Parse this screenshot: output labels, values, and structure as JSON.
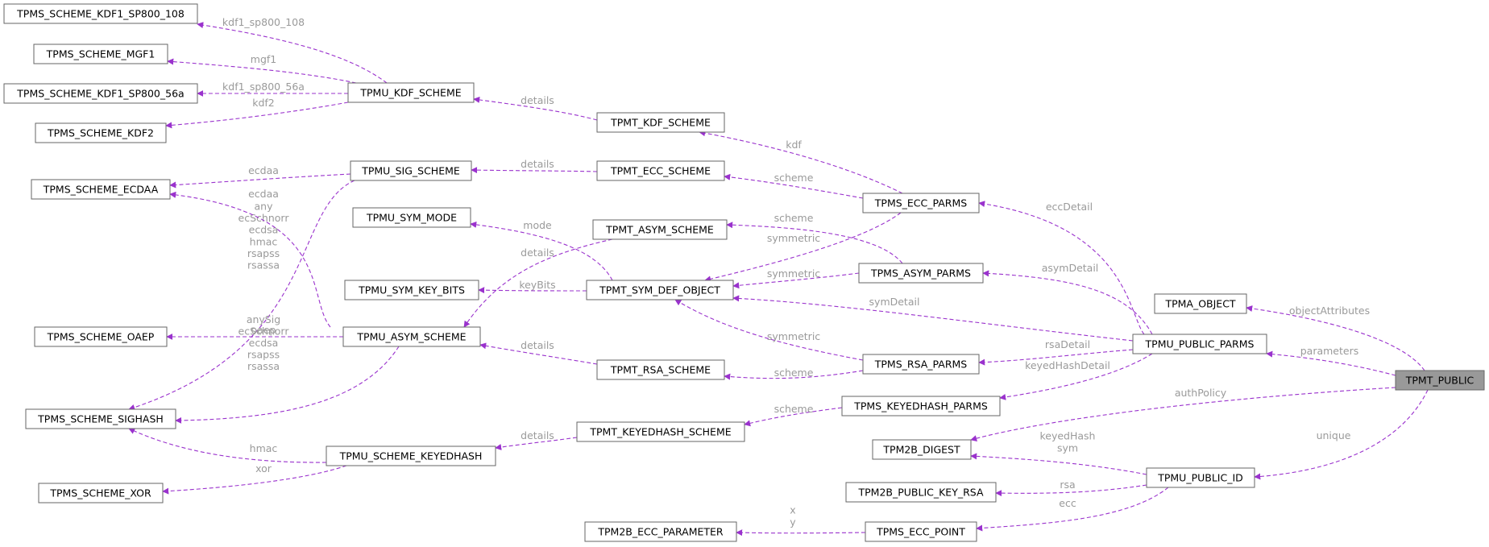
{
  "diagram": {
    "edge_color": "#9a32cd",
    "label_color": "#9a9a9a",
    "root_fill": "#999999",
    "nodes": {
      "TPMT_PUBLIC": "TPMT_PUBLIC",
      "TPMA_OBJECT": "TPMA_OBJECT",
      "TPMU_PUBLIC_PARMS": "TPMU_PUBLIC_PARMS",
      "TPM2B_DIGEST": "TPM2B_DIGEST",
      "TPMU_PUBLIC_ID": "TPMU_PUBLIC_ID",
      "TPMS_ECC_PARMS": "TPMS_ECC_PARMS",
      "TPMS_ASYM_PARMS": "TPMS_ASYM_PARMS",
      "TPMS_RSA_PARMS": "TPMS_RSA_PARMS",
      "TPMS_KEYEDHASH_PARMS": "TPMS_KEYEDHASH_PARMS",
      "TPM2B_PUBLIC_KEY_RSA": "TPM2B_PUBLIC_KEY_RSA",
      "TPMS_ECC_POINT": "TPMS_ECC_POINT",
      "TPM2B_ECC_PARAMETER": "TPM2B_ECC_PARAMETER",
      "TPMT_KDF_SCHEME": "TPMT_KDF_SCHEME",
      "TPMT_ECC_SCHEME": "TPMT_ECC_SCHEME",
      "TPMT_ASYM_SCHEME": "TPMT_ASYM_SCHEME",
      "TPMT_SYM_DEF_OBJECT": "TPMT_SYM_DEF_OBJECT",
      "TPMT_RSA_SCHEME": "TPMT_RSA_SCHEME",
      "TPMT_KEYEDHASH_SCHEME": "TPMT_KEYEDHASH_SCHEME",
      "TPMU_KDF_SCHEME": "TPMU_KDF_SCHEME",
      "TPMU_SIG_SCHEME": "TPMU_SIG_SCHEME",
      "TPMU_SYM_MODE": "TPMU_SYM_MODE",
      "TPMU_SYM_KEY_BITS": "TPMU_SYM_KEY_BITS",
      "TPMU_ASYM_SCHEME": "TPMU_ASYM_SCHEME",
      "TPMU_SCHEME_KEYEDHASH": "TPMU_SCHEME_KEYEDHASH",
      "TPMS_SCHEME_KDF1_SP800_108": "TPMS_SCHEME_KDF1_SP800_108",
      "TPMS_SCHEME_MGF1": "TPMS_SCHEME_MGF1",
      "TPMS_SCHEME_KDF1_SP800_56a": "TPMS_SCHEME_KDF1_SP800_56a",
      "TPMS_SCHEME_KDF2": "TPMS_SCHEME_KDF2",
      "TPMS_SCHEME_ECDAA": "TPMS_SCHEME_ECDAA",
      "TPMS_SCHEME_OAEP": "TPMS_SCHEME_OAEP",
      "TPMS_SCHEME_SIGHASH": "TPMS_SCHEME_SIGHASH",
      "TPMS_SCHEME_XOR": "TPMS_SCHEME_XOR"
    },
    "edge_labels": {
      "objectAttributes": [
        "objectAttributes"
      ],
      "parameters": [
        "parameters"
      ],
      "authPolicy": [
        "authPolicy"
      ],
      "unique": [
        "unique"
      ],
      "eccDetail": [
        "eccDetail"
      ],
      "asymDetail": [
        "asymDetail"
      ],
      "symDetail": [
        "symDetail"
      ],
      "rsaDetail": [
        "rsaDetail"
      ],
      "keyedHashDetail": [
        "keyedHashDetail"
      ],
      "keyedHash_sym": [
        "keyedHash",
        "sym"
      ],
      "rsa": [
        "rsa"
      ],
      "ecc": [
        "ecc"
      ],
      "x_y": [
        "x",
        "y"
      ],
      "ecc_kdf": [
        "kdf"
      ],
      "ecc_scheme": [
        "scheme"
      ],
      "ecc_symmetric": [
        "symmetric"
      ],
      "asym_scheme": [
        "scheme"
      ],
      "asym_symmetric": [
        "symmetric"
      ],
      "rsa_symmetric": [
        "symmetric"
      ],
      "rsa_scheme": [
        "scheme"
      ],
      "kh_scheme": [
        "scheme"
      ],
      "kdf_details": [
        "details"
      ],
      "ecc_details": [
        "details"
      ],
      "asym_details": [
        "details"
      ],
      "rsa_details": [
        "details"
      ],
      "kh_details": [
        "details"
      ],
      "mode": [
        "mode"
      ],
      "keyBits": [
        "keyBits"
      ],
      "kdf1_sp800_108": [
        "kdf1_sp800_108"
      ],
      "mgf1": [
        "mgf1"
      ],
      "kdf1_sp800_56a": [
        "kdf1_sp800_56a"
      ],
      "kdf2": [
        "kdf2"
      ],
      "sig_ecdaa": [
        "ecdaa"
      ],
      "sig_sighash": [
        "any",
        "ecSchnorr",
        "ecdsa",
        "hmac",
        "rsapss",
        "rsassa"
      ],
      "asym_ecdaa": [
        "ecdaa"
      ],
      "oaep": [
        "oaep"
      ],
      "asym_sighash": [
        "anySig",
        "ecSchnorr",
        "ecdsa",
        "rsapss",
        "rsassa"
      ],
      "hmac": [
        "hmac"
      ],
      "xor": [
        "xor"
      ]
    }
  }
}
